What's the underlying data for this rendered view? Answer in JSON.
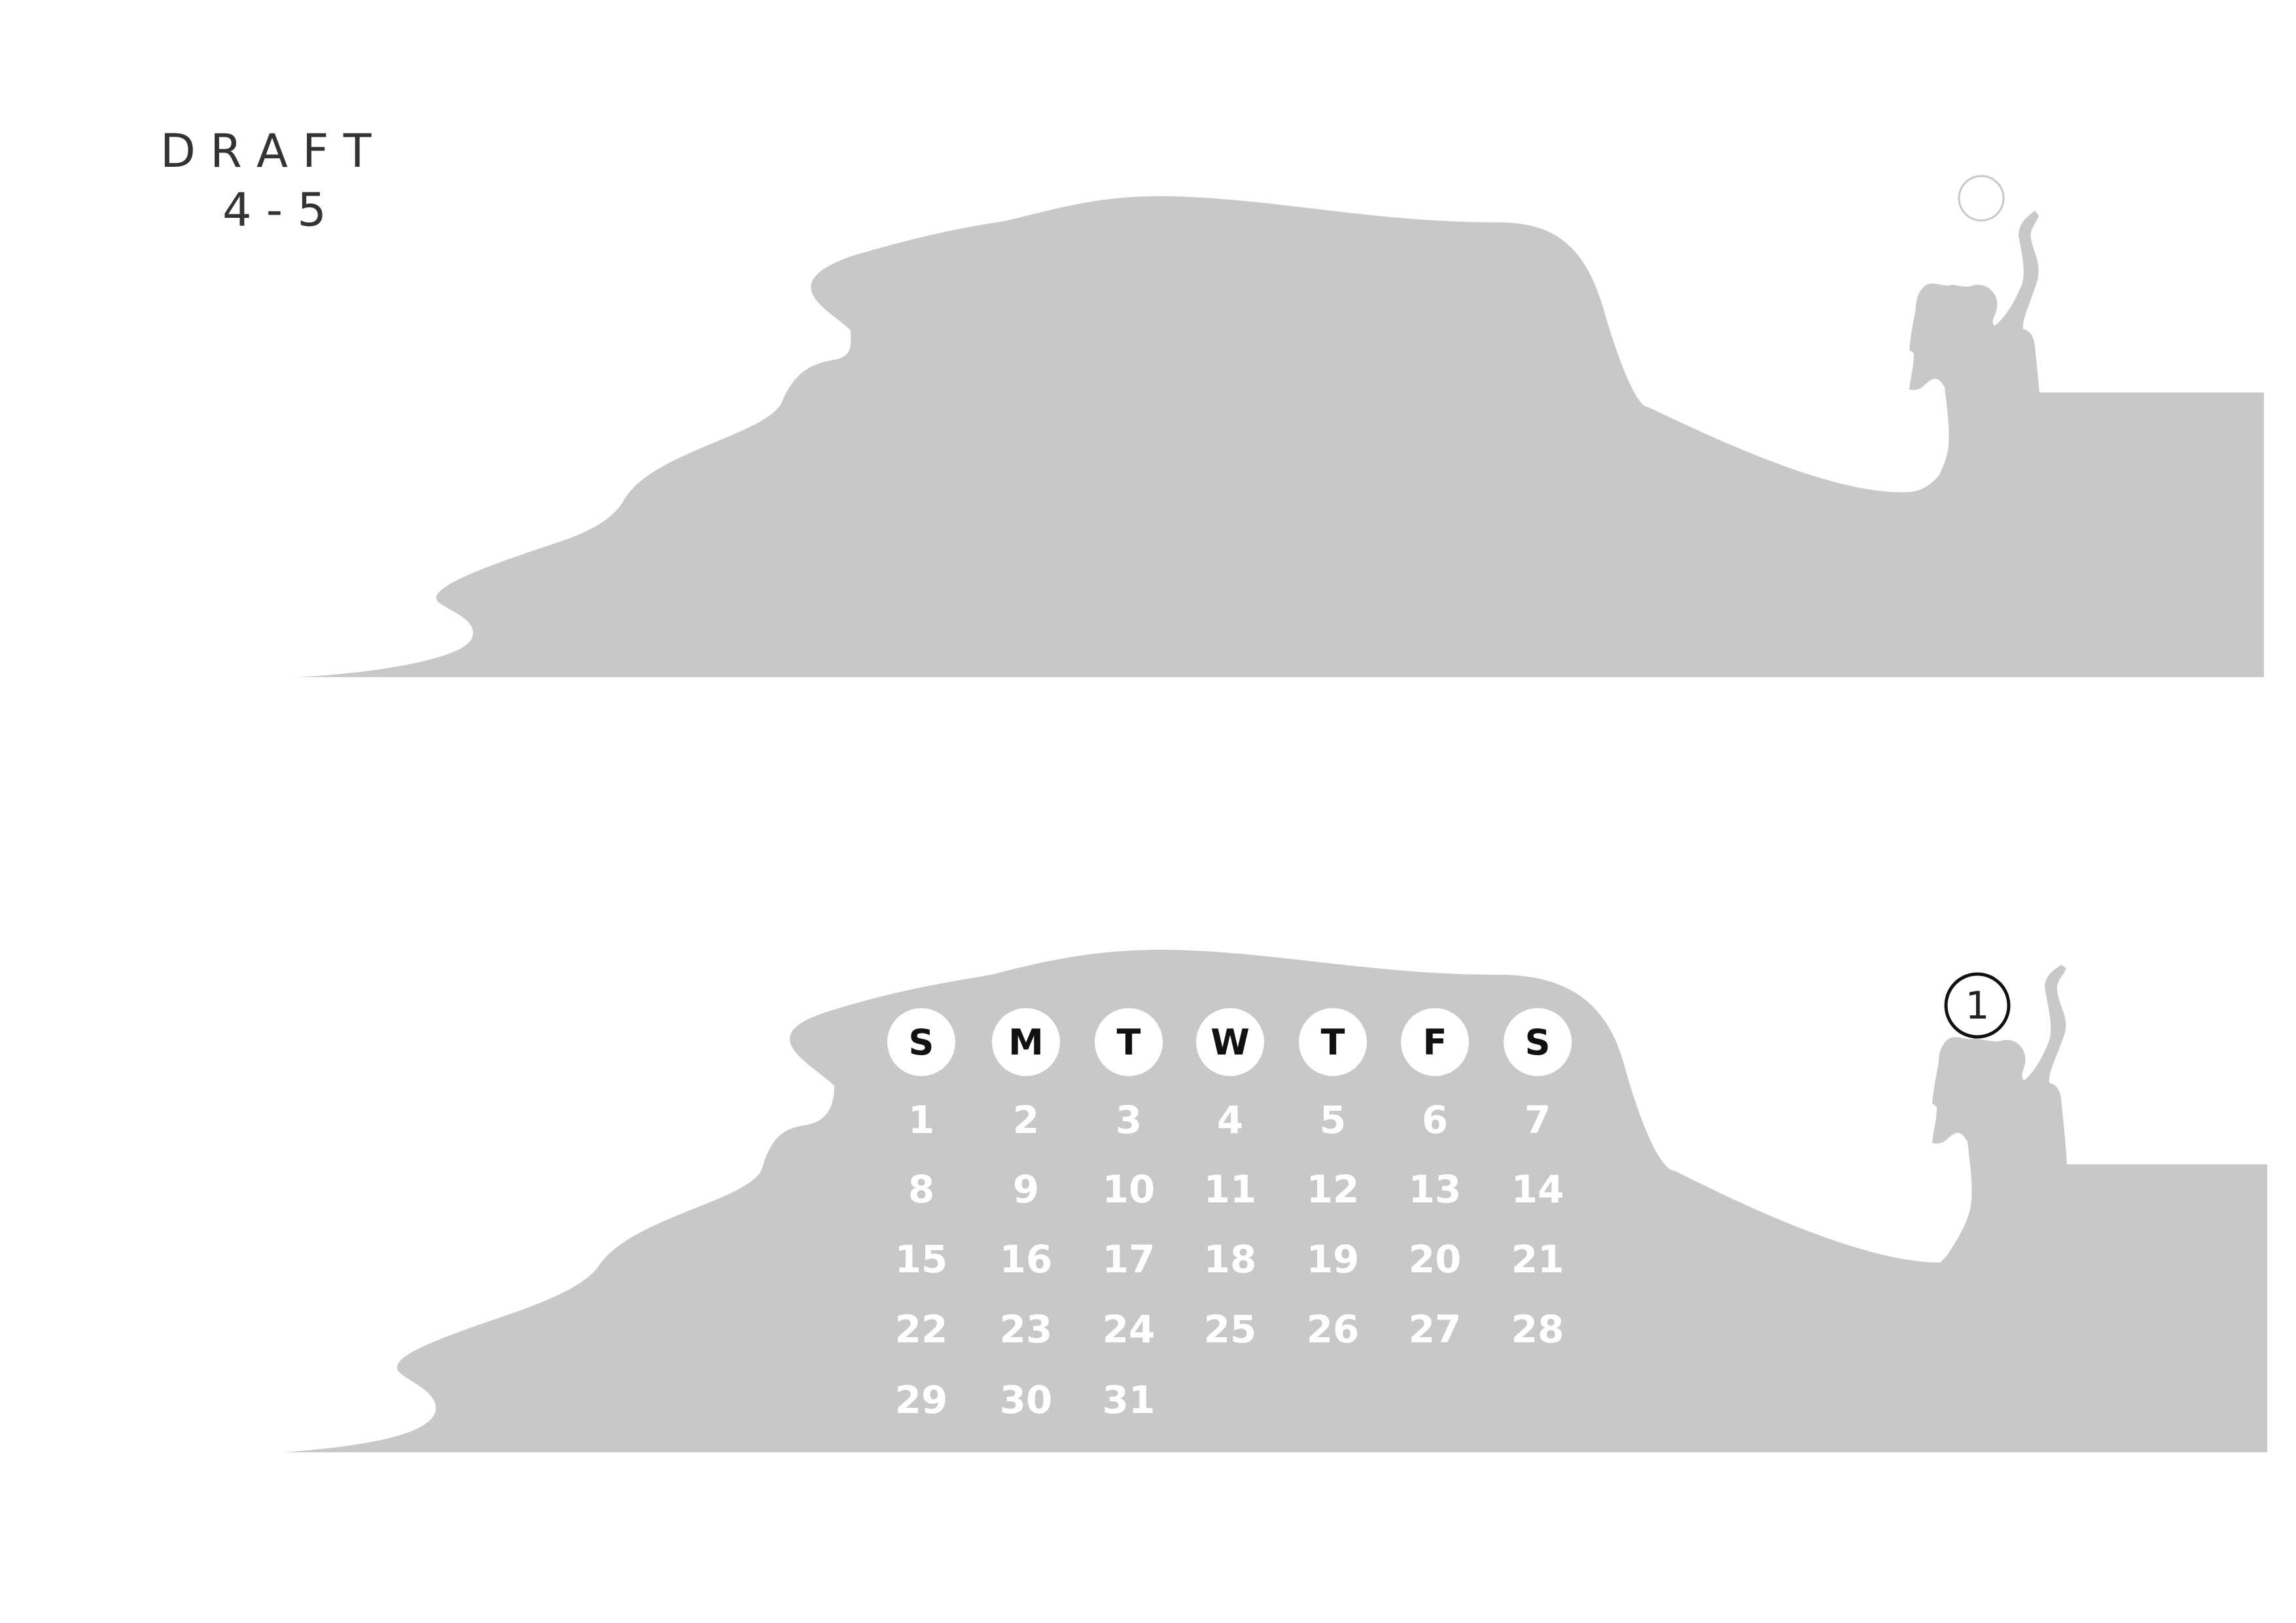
{
  "header": {
    "title": "D R A F T",
    "subtitle": "4 - 5"
  },
  "colors": {
    "silhouette": "#c8c8c8",
    "background": "#ffffff",
    "circle_fill": "#ffffff",
    "heading_text": "#111111",
    "date_text": "#ffffff"
  },
  "calendar": {
    "month_number": "1",
    "weekdays": [
      "S",
      "M",
      "T",
      "W",
      "T",
      "F",
      "S"
    ],
    "weeks": [
      [
        "1",
        "2",
        "3",
        "4",
        "5",
        "6",
        "7"
      ],
      [
        "8",
        "9",
        "10",
        "11",
        "12",
        "13",
        "14"
      ],
      [
        "15",
        "16",
        "17",
        "18",
        "19",
        "20",
        "21"
      ],
      [
        "22",
        "23",
        "24",
        "25",
        "26",
        "27",
        "28"
      ],
      [
        "29",
        "30",
        "31",
        "",
        "",
        "",
        ""
      ]
    ]
  },
  "icons": {
    "top_figure": "woman-reaching-for-moon-icon",
    "bottom_figure": "woman-reaching-icon",
    "top_moon": "moon-outline-icon"
  }
}
